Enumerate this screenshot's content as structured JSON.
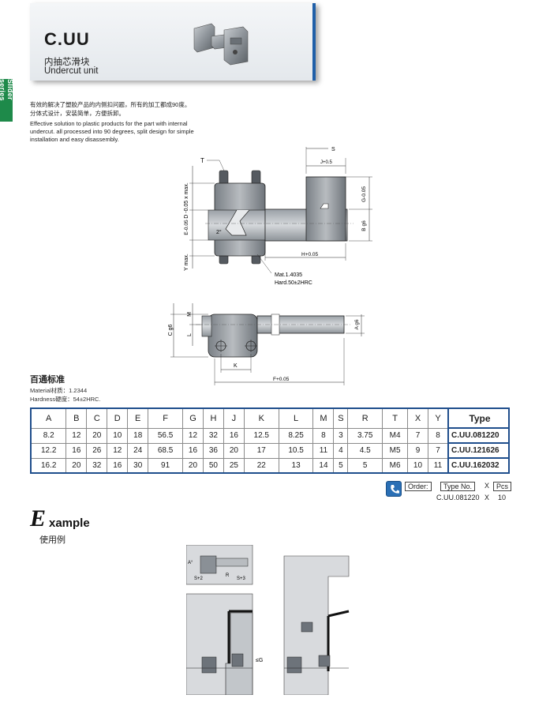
{
  "header": {
    "title": "C.UU",
    "subtitle_cn": "内抽芯滑块",
    "subtitle_en": "Undercut unit"
  },
  "side_tab": "Slider series",
  "intro": {
    "cn_line1": "有效的解决了塑胶产品的内侧扣问题，所有的加工都成90度。",
    "cn_line2": "分体式设计，安装简单，方便拆卸。",
    "en_line1": "Effective solution to plastic products for the part  with internal",
    "en_line2": "undercut. all processed into 90  degrees, split design for simple",
    "en_line3": "installation and easy disassembly."
  },
  "drawing_top": {
    "label_T": "T",
    "label_S": "S",
    "label_J": "J+0.5",
    "label_D": "D -0.05  x max.",
    "label_E": "E-0.05",
    "label_Y": "Y max.",
    "label_G": "G-0.05",
    "label_B": "B g6",
    "label_H": "H+0.05",
    "label_angle": "2°",
    "mat": "Mat.1.4035",
    "hard": "Hard.50±2HRC"
  },
  "drawing_bottom": {
    "label_C": "C g6",
    "label_M": "M",
    "label_L": "L",
    "label_A": "A g6",
    "label_K": "K",
    "label_F": "F+0.05"
  },
  "standard": {
    "title": "百通标准",
    "material": "Material材质：1.2344",
    "hardness": "Hardness硬度：54±2HRC."
  },
  "table": {
    "headers": [
      "A",
      "B",
      "C",
      "D",
      "E",
      "F",
      "G",
      "H",
      "J",
      "K",
      "L",
      "M",
      "S",
      "R",
      "T",
      "X",
      "Y"
    ],
    "type_header": "Type",
    "rows": [
      {
        "cells": [
          "8.2",
          "12",
          "20",
          "10",
          "18",
          "56.5",
          "12",
          "32",
          "16",
          "12.5",
          "8.25",
          "8",
          "3",
          "3.75",
          "M4",
          "7",
          "8"
        ],
        "type": "C.UU.081220"
      },
      {
        "cells": [
          "12.2",
          "16",
          "26",
          "12",
          "24",
          "68.5",
          "16",
          "36",
          "20",
          "17",
          "10.5",
          "11",
          "4",
          "4.5",
          "M5",
          "9",
          "7"
        ],
        "type": "C.UU.121626"
      },
      {
        "cells": [
          "16.2",
          "20",
          "32",
          "16",
          "30",
          "91",
          "20",
          "50",
          "25",
          "22",
          "13",
          "14",
          "5",
          "5",
          "M6",
          "10",
          "11"
        ],
        "type": "C.UU.162032"
      }
    ]
  },
  "order": {
    "order_label": "Order:",
    "type_no": "Type No.",
    "x": "X",
    "pcs": "Pcs",
    "example_type": "C.UU.081220",
    "example_x": "X",
    "example_qty": "10"
  },
  "example": {
    "big_letter": "E",
    "rest": "xample",
    "cn": "使用例",
    "label_A": "A°",
    "label_R": "R",
    "label_S2": "S+2",
    "label_S3": "S+3",
    "label_G": "≤G"
  }
}
